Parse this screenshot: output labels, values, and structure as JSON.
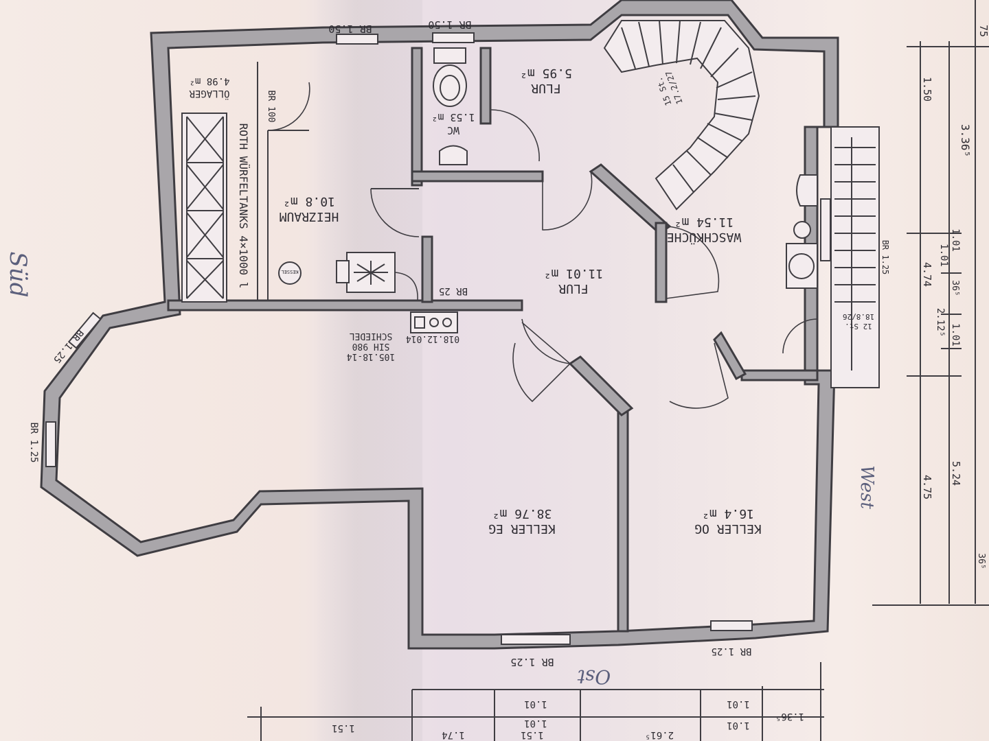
{
  "rooms": {
    "heizraum": {
      "name": "HEIZRAUM",
      "area": "10.8 m²"
    },
    "waschkueche": {
      "name": "WASCHKÜCHE",
      "area": "11.54 m²"
    },
    "flur_main": {
      "name": "FLUR",
      "area": "11.01 m²"
    },
    "flur_upper": {
      "name": "FLUR",
      "area": "5.95 m²"
    },
    "wc": {
      "name": "WC",
      "area": "1.53 m²"
    },
    "keller_eg": {
      "name": "KELLER EG",
      "area": "38.76 m²"
    },
    "keller_og": {
      "name": "KELLER OG",
      "area": "16.4 m²"
    }
  },
  "equipment": {
    "tank_label": "ROTH WÜRFELTANKS 4×1000 l",
    "oellager_label": "ÖLLAGER",
    "oellager_area": "4.98 m²",
    "chimney_brand": "SCHIEDEL",
    "chimney_model": "SIH 980",
    "chimney_code1": "105.18-14",
    "chimney_code2": "018.12.014",
    "stair_note1": "15 St.",
    "stair_note2": "17.2/27",
    "stair_note3": "12 St.",
    "stair_note4": "18.8/26",
    "boiler_badge": "KESSEL"
  },
  "openings": {
    "br_top_left": "BR 1.50",
    "br_top_right": "BR 1.50",
    "br_100": "BR 100",
    "br_25": "BR 25",
    "br_side_1": "BR 1.25",
    "br_side_2": "BR 1.25",
    "br_right": "BR 1.25",
    "br_bottom_left": "BR 1.25",
    "br_bottom_right": "BR 1.25"
  },
  "dimensions": {
    "top": [
      "75",
      "3.36⁵",
      "1.50",
      "4.74",
      "1.01",
      "1.01",
      "36⁵",
      "1.01",
      "2.12⁵",
      "4.75",
      "5.24",
      "36⁵"
    ],
    "bottom": [
      "1.01",
      "1.01",
      "1.01",
      "1.01",
      "1.36⁵",
      "2.61⁵",
      "1.74",
      "1.51",
      "1.51"
    ]
  },
  "handwriting": {
    "sued": "Süd",
    "west": "West",
    "ost": "Ost"
  }
}
